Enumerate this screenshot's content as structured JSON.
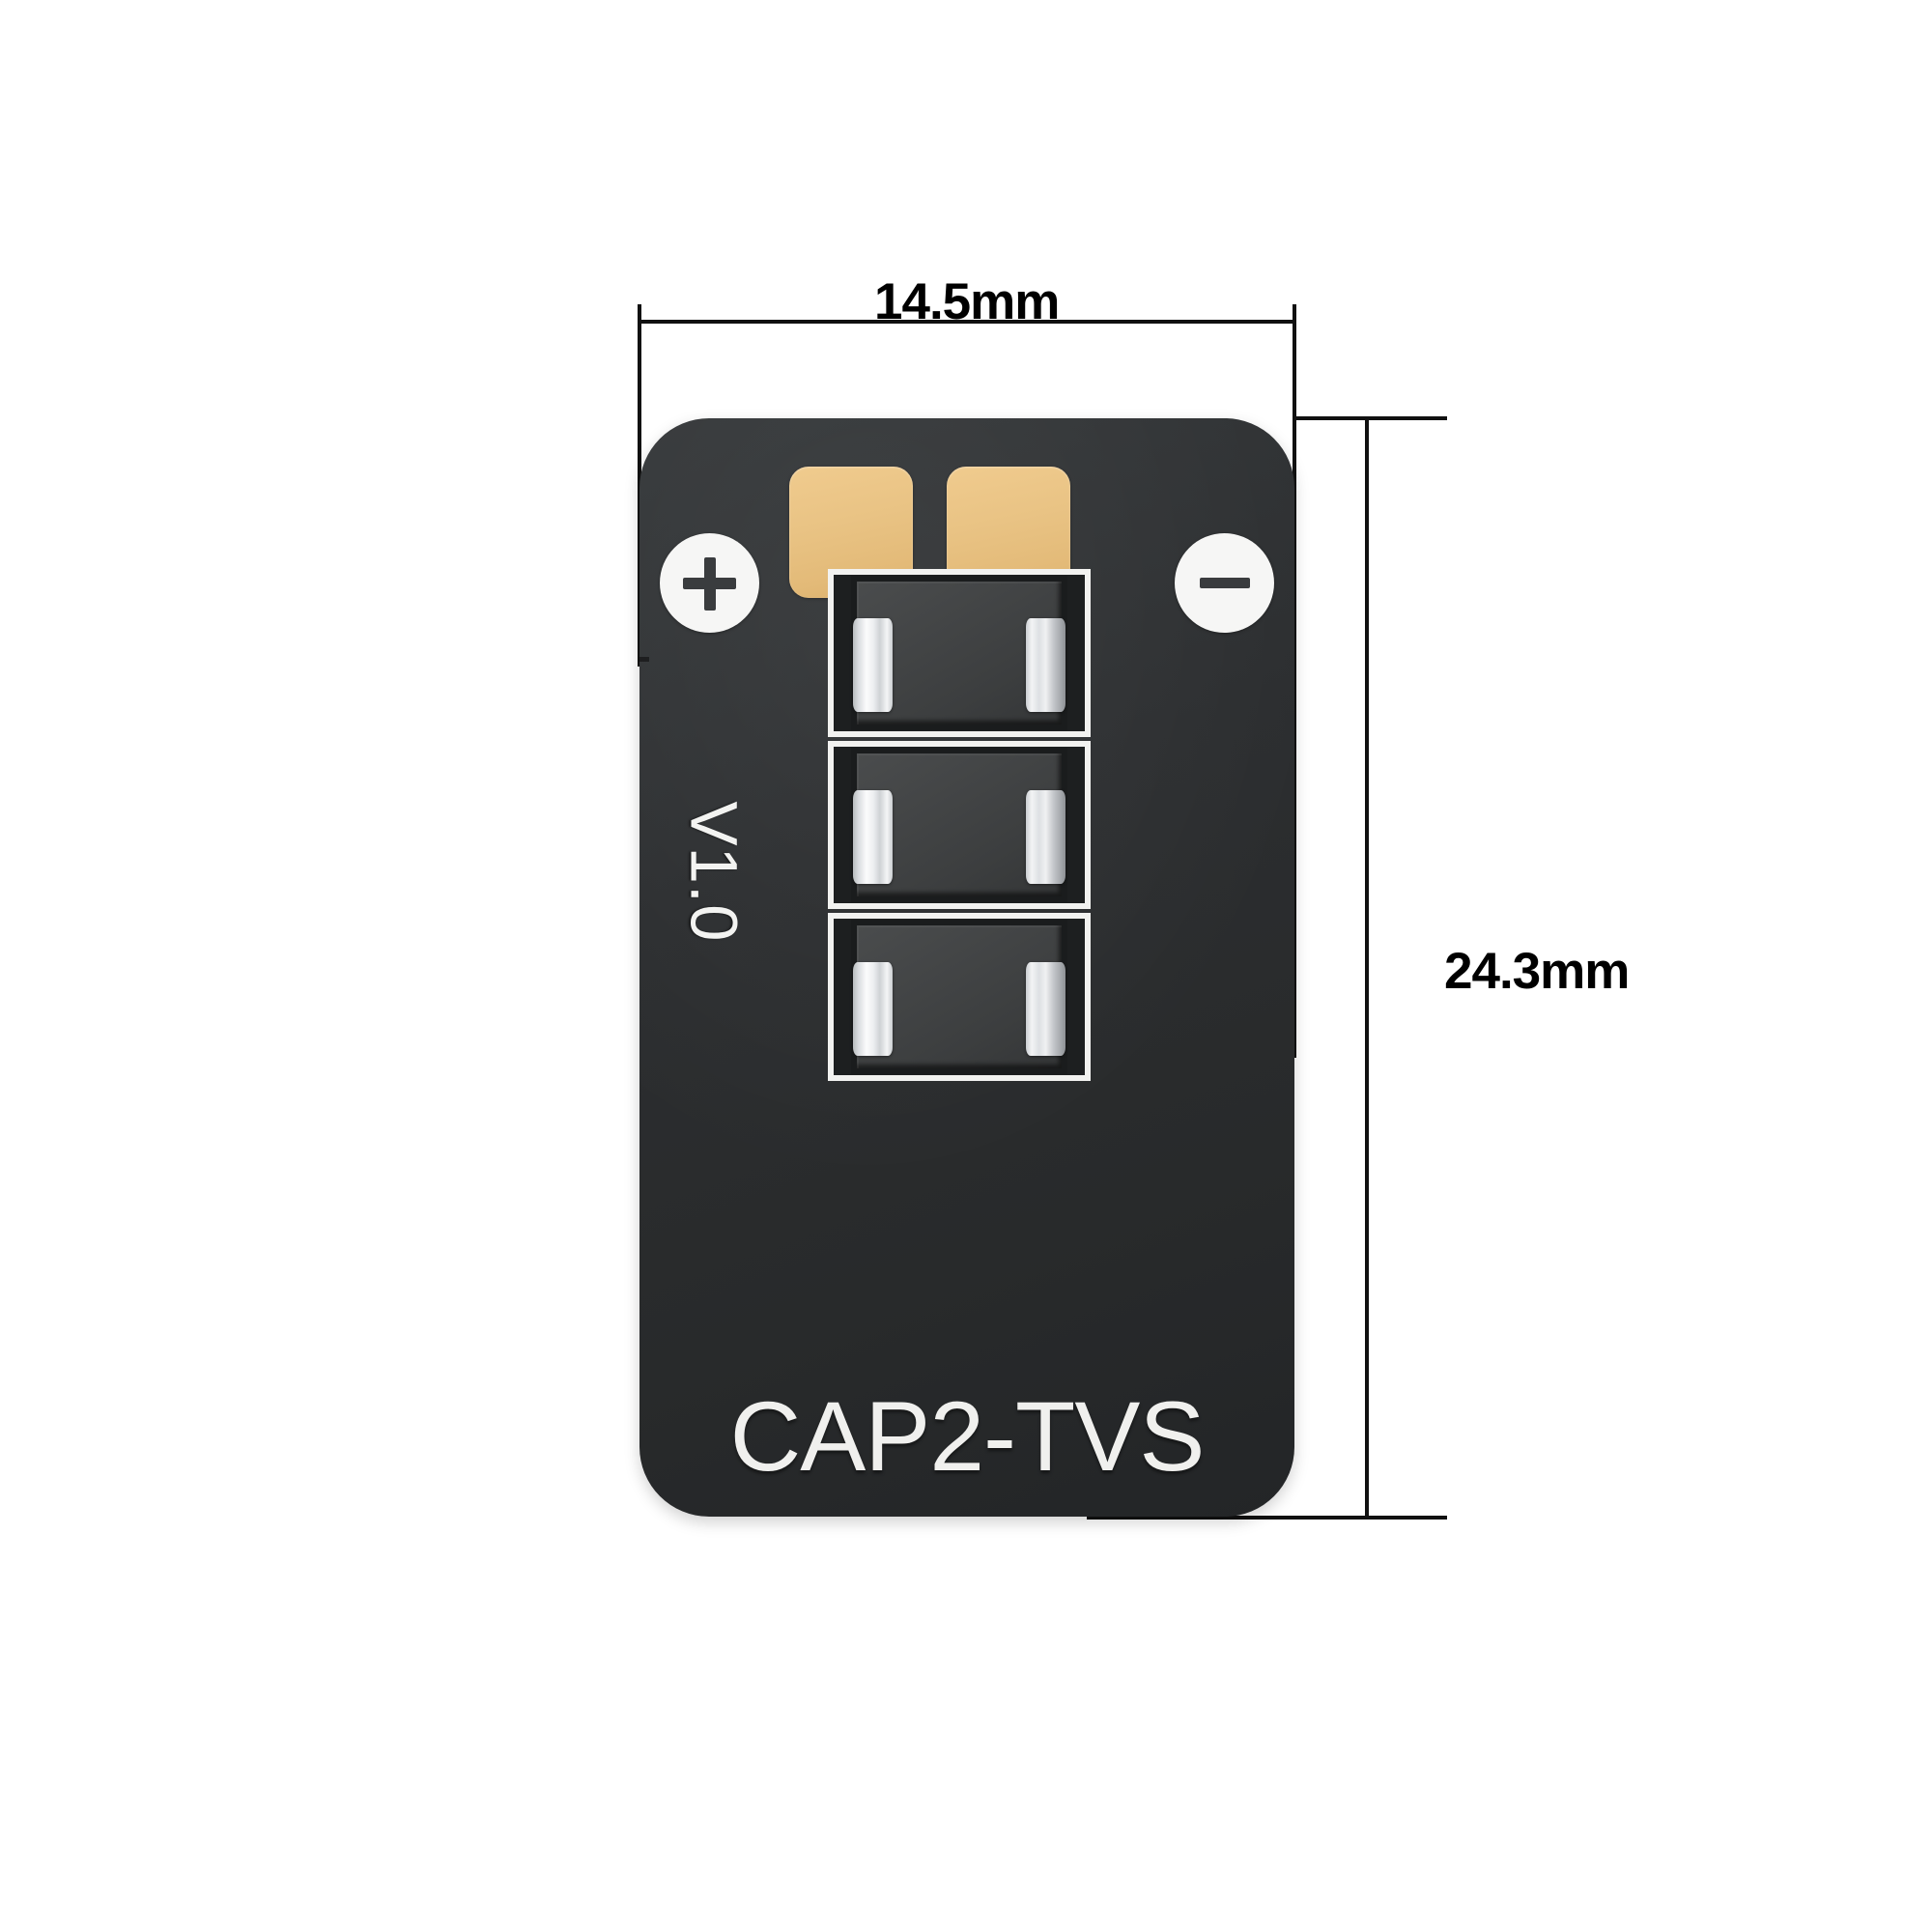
{
  "figure": {
    "type": "technical-dimension-drawing",
    "subject": "PCB module with TVS diodes",
    "background_color": "#ffffff"
  },
  "dimensions": {
    "width_label": "14.5mm",
    "height_label": "24.3mm",
    "line_color": "#111111"
  },
  "board": {
    "name": "pcb-board",
    "solder_mask_color": "#2b2d2e",
    "silkscreen_color": "#f2f2f0",
    "silkscreen": {
      "version": "V1.0",
      "part_number": "CAP2-TVS"
    },
    "polarity_markers": [
      {
        "id": "positive",
        "symbol": "+",
        "icon": "plus-icon",
        "position": "top-left"
      },
      {
        "id": "negative",
        "symbol": "−",
        "icon": "minus-icon",
        "position": "top-right"
      }
    ],
    "pads": [
      {
        "id": "pad-left",
        "finish_color": "#e8c080",
        "shape": "rounded-square"
      },
      {
        "id": "pad-right",
        "finish_color": "#e8c080",
        "shape": "rounded-square"
      }
    ],
    "components": [
      {
        "id": "tvs-1",
        "type": "TVS diode",
        "package": "SMx",
        "body_color": "#424445",
        "terminal_color": "#e6e8ea"
      },
      {
        "id": "tvs-2",
        "type": "TVS diode",
        "package": "SMx",
        "body_color": "#424445",
        "terminal_color": "#e6e8ea"
      },
      {
        "id": "tvs-3",
        "type": "TVS diode",
        "package": "SMx",
        "body_color": "#424445",
        "terminal_color": "#e6e8ea"
      }
    ]
  }
}
